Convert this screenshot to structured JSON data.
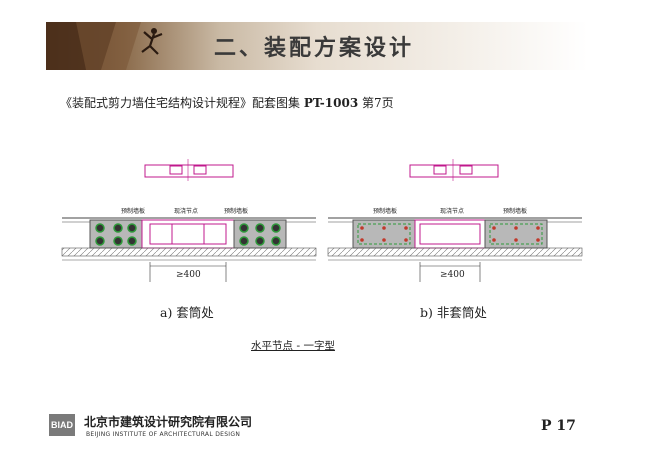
{
  "header": {
    "title": "二、装配方案设计"
  },
  "subtitle": {
    "text_before": "《装配式剪力墙住宅结构设计规程》配套图集 ",
    "code": "PT-1003",
    "page_ref": " 第7页"
  },
  "diagrams": {
    "left": {
      "labels": [
        "预制墙板",
        "现浇节点",
        "预制墙板"
      ],
      "dimension": "≥400",
      "caption": "a) 套筒处"
    },
    "right": {
      "labels": [
        "预制墙板",
        "现浇节点",
        "预制墙板"
      ],
      "dimension": "≥400",
      "caption": "b) 非套筒处"
    }
  },
  "figure_caption": "水平节点 - 一字型",
  "footer": {
    "logo": "BIAD",
    "company_cn": "北京市建筑设计研究院有限公司",
    "company_en": "BEIJING INSTITUTE OF ARCHITECTURAL DESIGN",
    "page": "P 17"
  },
  "colors": {
    "magenta": "#c0188c",
    "panel_gray": "#b4b4b4",
    "rebar_green": "#2e9a3a",
    "dot_red": "#c0392b"
  }
}
